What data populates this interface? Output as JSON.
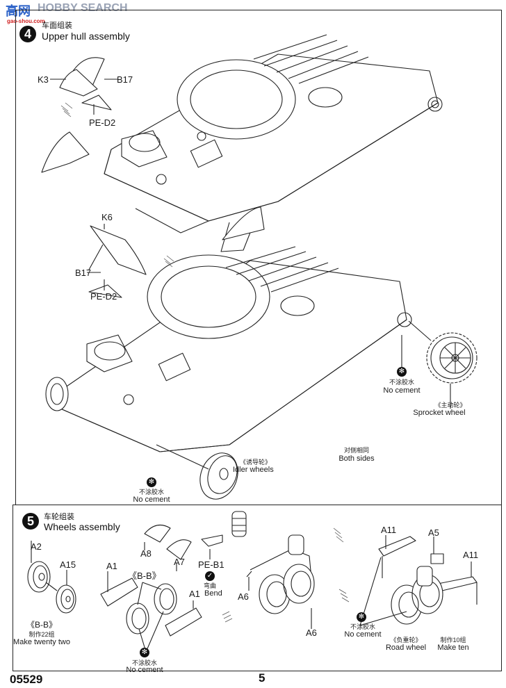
{
  "watermark": {
    "logo_text": "高网",
    "brand_text": "HOBBY SEARCH",
    "sub_text": "gao-shou.com",
    "logo_color": "#2c62c8",
    "brand_color": "#9aa3b5"
  },
  "step4": {
    "number": "4",
    "title_cn": "车面组装",
    "title_en": "Upper hull assembly",
    "parts": {
      "k3": "K3",
      "b17_top": "B17",
      "pe_d2_top": "PE-D2",
      "k6": "K6",
      "b17_mid": "B17",
      "pe_d2_mid": "PE-D2"
    },
    "sprocket": {
      "no_cement_cn": "不涂胶水",
      "no_cement_en": "No cement",
      "name_cn": "《主动轮》",
      "name_en": "Sprocket wheel"
    },
    "both_sides_cn": "对侧相同",
    "both_sides_en": "Both sides",
    "idler": {
      "name_cn": "《诱导轮》",
      "name_en": "Idler wheels",
      "no_cement_cn": "不涂胶水",
      "no_cement_en": "No cement"
    }
  },
  "step5": {
    "number": "5",
    "title_cn": "车轮组装",
    "title_en": "Wheels assembly",
    "parts": {
      "a2": "A2",
      "a15": "A15",
      "a1_left": "A1",
      "bb": "《B-B》",
      "a1_right": "A1",
      "a8": "A8",
      "a7": "A7",
      "pe_b1": "PE-B1",
      "a6_left": "A6",
      "a6_bottom": "A6",
      "a11_left": "A11",
      "a5": "A5",
      "a11_right": "A11"
    },
    "bb_sub": {
      "label": "《B-B》",
      "make_cn": "制作22组",
      "make_en": "Make twenty two"
    },
    "bend_cn": "弯曲",
    "bend_en": "Bend",
    "wheels_no_cement_cn": "不涂胶水",
    "wheels_no_cement_en": "No cement",
    "road_no_cement_cn": "不涂胶水",
    "road_no_cement_en": "No cement",
    "road_wheel_cn": "《负重轮》",
    "road_wheel_en": "Road wheel",
    "make_ten_cn": "制作10组",
    "make_ten_en": "Make ten"
  },
  "footer": {
    "product_code": "05529",
    "page_number": "5"
  }
}
